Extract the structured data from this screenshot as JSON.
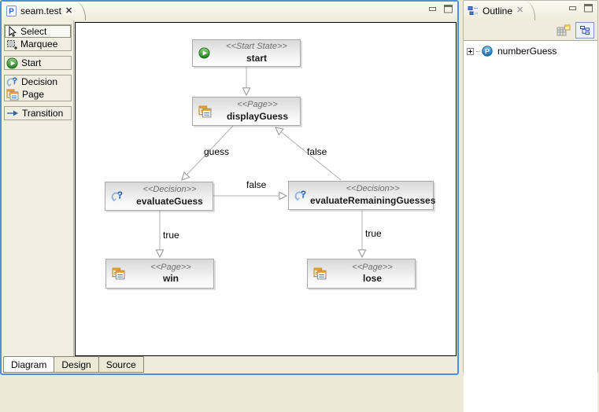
{
  "glyphs": {
    "close": "✕"
  },
  "colors": {
    "focus_border": "#4E8DDF",
    "workbench_bg": "#ECE9D8",
    "canvas_bg": "#FFFFFF",
    "node_border": "#A9A9A9",
    "stereotype_text": "#6E6E6E",
    "connection": "#ABABAB"
  },
  "editor": {
    "tab": {
      "title": "seam.test"
    },
    "palette": {
      "groups": [
        {
          "items": [
            {
              "label": "Select",
              "icon": "select-icon",
              "selected": true
            },
            {
              "label": "Marquee",
              "icon": "marquee-icon",
              "selected": false
            }
          ]
        },
        {
          "items": [
            {
              "label": "Start",
              "icon": "start-icon",
              "selected": false
            }
          ]
        },
        {
          "items": [
            {
              "label": "Decision",
              "icon": "decision-icon",
              "selected": false
            },
            {
              "label": "Page",
              "icon": "page-icon",
              "selected": false
            }
          ]
        },
        {
          "items": [
            {
              "label": "Transition",
              "icon": "transition-icon",
              "selected": false
            }
          ]
        }
      ]
    },
    "bottom_tabs": [
      {
        "label": "Diagram",
        "selected": true
      },
      {
        "label": "Design",
        "selected": false
      },
      {
        "label": "Source",
        "selected": false
      }
    ]
  },
  "diagram": {
    "nodes": [
      {
        "id": "start",
        "type": "start-state",
        "icon": "start-state-icon",
        "stereotype": "<<Start State>>",
        "name": "start"
      },
      {
        "id": "displayGuess",
        "type": "page",
        "icon": "page-icon",
        "stereotype": "<<Page>>",
        "name": "displayGuess"
      },
      {
        "id": "evaluateGuess",
        "type": "decision",
        "icon": "decision-icon",
        "stereotype": "<<Decision>>",
        "name": "evaluateGuess"
      },
      {
        "id": "evaluateRemainingGuesses",
        "type": "decision",
        "icon": "decision-icon",
        "stereotype": "<<Decision>>",
        "name": "evaluateRemainingGuesses"
      },
      {
        "id": "win",
        "type": "page",
        "icon": "page-icon",
        "stereotype": "<<Page>>",
        "name": "win"
      },
      {
        "id": "lose",
        "type": "page",
        "icon": "page-icon",
        "stereotype": "<<Page>>",
        "name": "lose"
      }
    ],
    "transitions": [
      {
        "from": "start",
        "to": "displayGuess",
        "label": ""
      },
      {
        "from": "displayGuess",
        "to": "evaluateGuess",
        "label": "guess"
      },
      {
        "from": "evaluateGuess",
        "to": "evaluateRemainingGuesses",
        "label": "false"
      },
      {
        "from": "evaluateRemainingGuesses",
        "to": "displayGuess",
        "label": "false"
      },
      {
        "from": "evaluateGuess",
        "to": "win",
        "label": "true"
      },
      {
        "from": "evaluateRemainingGuesses",
        "to": "lose",
        "label": "true"
      }
    ]
  },
  "outline": {
    "tab_title": "Outline",
    "tree": [
      {
        "label": "numberGuess",
        "expander": "+"
      }
    ]
  }
}
